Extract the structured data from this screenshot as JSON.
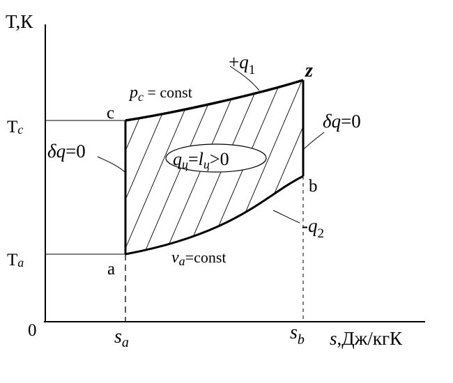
{
  "axes": {
    "y_label": "T,К",
    "x_var": "s",
    "x_unit": ",Дж/кгК",
    "origin": "0"
  },
  "ticks": {
    "tc_main": "T",
    "tc_sub": "c",
    "ta_main": "T",
    "ta_sub": "a",
    "sa_main": "s",
    "sa_sub": "a",
    "sb_main": "s",
    "sb_sub": "b"
  },
  "points": {
    "a": "a",
    "b": "b",
    "c": "c",
    "z": "z"
  },
  "labels": {
    "pc_main": "p",
    "pc_sub": "c",
    "pc_rest": " = const",
    "va_main": "v",
    "va_sub": "a",
    "va_rest": "=const",
    "heat_in_sign": "+",
    "heat_in_q": "q",
    "heat_in_sub": "1",
    "heat_out_sign": "-",
    "heat_out_q": "q",
    "heat_out_sub": "2",
    "adiabat_left_delta": "δ",
    "adiabat_left_q": "q",
    "adiabat_left_rest": "=0",
    "adiabat_right_delta": "δ",
    "adiabat_right_q": "q",
    "adiabat_right_rest": "=0",
    "work_q": "q",
    "work_q_sub": "ц",
    "work_eq": "=",
    "work_l": "l",
    "work_l_sub": "ц",
    "work_rest": ">0"
  },
  "colors": {
    "ink": "#000000",
    "background": "#ffffff"
  }
}
